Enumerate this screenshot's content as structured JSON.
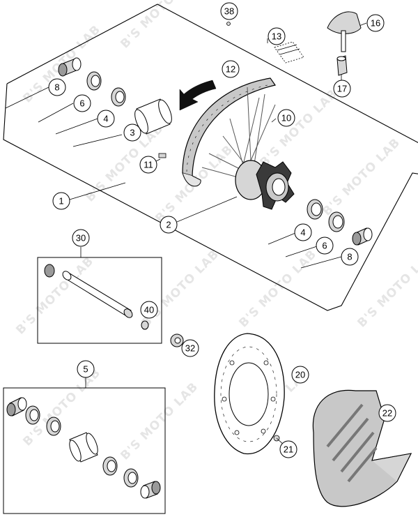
{
  "watermark": {
    "text": "B'S MOTO LAB"
  },
  "callouts": {
    "c1": "1",
    "c2": "2",
    "c3": "3",
    "c4a": "4",
    "c4b": "4",
    "c5": "5",
    "c6a": "6",
    "c6b": "6",
    "c8a": "8",
    "c8b": "8",
    "c10": "10",
    "c11": "11",
    "c12": "12",
    "c13": "13",
    "c16": "16",
    "c17": "17",
    "c20": "20",
    "c21": "21",
    "c22": "22",
    "c30": "30",
    "c32": "32",
    "c38": "38",
    "c40": "40"
  },
  "colors": {
    "line": "#000000",
    "part_fill": "#d6d6d6",
    "part_dark": "#9a9a9a",
    "rim_fill": "#c8c8c8",
    "hub_dark": "#3a3a3a",
    "watermark": "#cfcfcf"
  }
}
